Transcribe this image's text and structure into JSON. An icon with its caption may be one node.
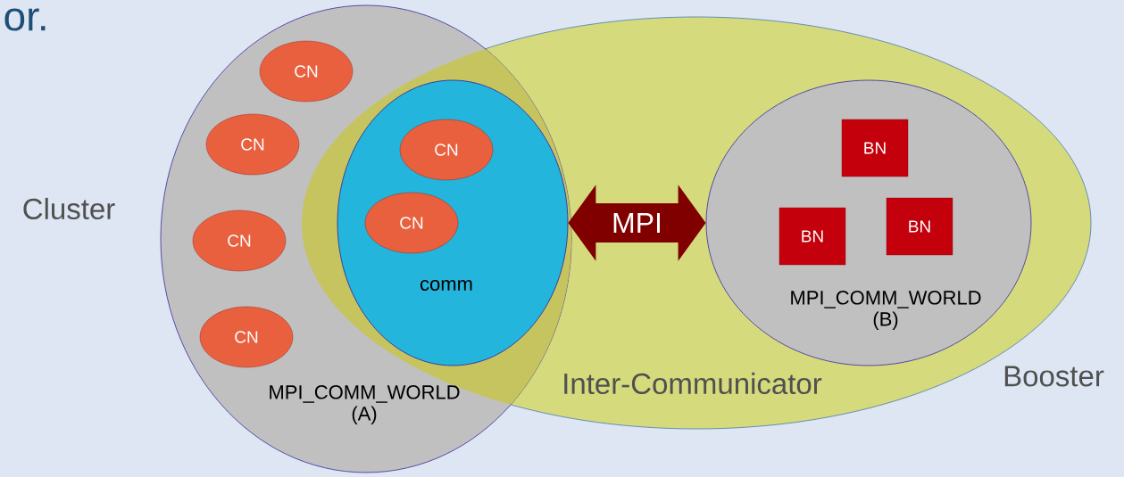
{
  "diagram": {
    "title": "or.",
    "nodes": [
      {
        "text": [
          "MPI_COMM_WORLD (A)"
        ]
      },
      {
        "text": [
          "Inter-Communicator"
        ]
      },
      {
        "text": [
          "comm"
        ]
      },
      {
        "text": [
          "CN"
        ],
        "in": 0
      },
      {
        "text": [
          "CN"
        ],
        "in": 0
      },
      {
        "text": [
          "CN"
        ],
        "in": 0
      },
      {
        "text": [
          "CN"
        ],
        "in": 0
      },
      {
        "text": [
          "CN"
        ],
        "in": 2
      },
      {
        "text": [
          "CN"
        ],
        "in": 2
      },
      {
        "text": [
          "MPI_COMM_WORLD (B)"
        ],
        "in": 1
      },
      {
        "text": [
          "BN"
        ],
        "in": 9
      },
      {
        "text": [
          "BN"
        ],
        "in": 9
      },
      {
        "text": [
          "BN"
        ],
        "in": 9
      }
    ],
    "edges": [
      {
        "from": 2,
        "to": 9,
        "arrow": "both",
        "label": "MPI"
      }
    ],
    "labels": [
      "Cluster",
      "Booster"
    ]
  }
}
